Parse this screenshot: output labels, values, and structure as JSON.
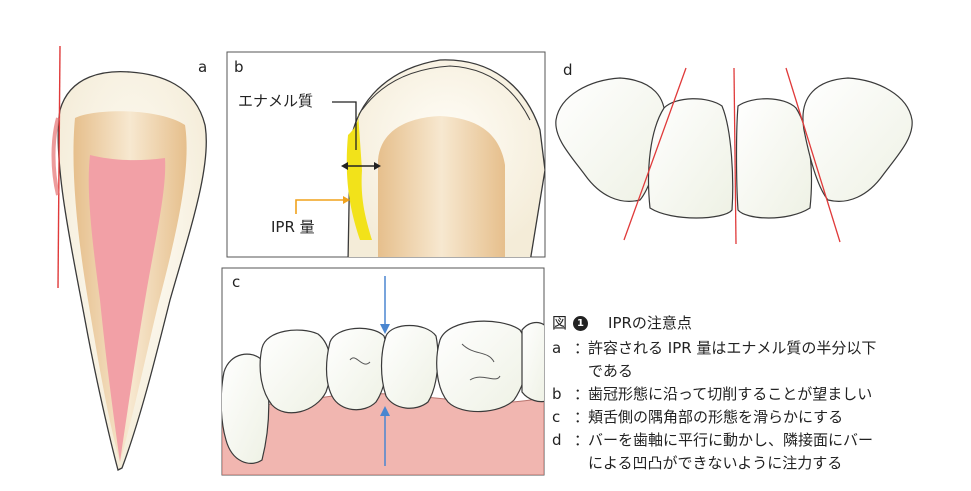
{
  "panels": {
    "a": "a",
    "b": "b",
    "c": "c",
    "d": "d"
  },
  "labels": {
    "enamel": "エナメル質",
    "ipr_amount": "IPR 量"
  },
  "caption": {
    "fig_prefix": "図",
    "fig_number": "1",
    "title": "IPRの注意点",
    "items": [
      {
        "key": "a",
        "text": "許容される IPR 量はエナメル質の半分以下",
        "cont": "である"
      },
      {
        "key": "b",
        "text": "歯冠形態に沿って切削することが望ましい"
      },
      {
        "key": "c",
        "text": "頬舌側の隅角部の形態を滑らかにする"
      },
      {
        "key": "d",
        "text": "バーを歯軸に平行に動かし、隣接面にバー",
        "cont": "による凹凸ができないように注力する"
      }
    ]
  },
  "colors": {
    "outline": "#3a3a3a",
    "enamel": "#fbf6ea",
    "dentin": "#e9c99a",
    "pulp": "#f2a0a6",
    "gum": "#f1b6b0",
    "red_line": "#e03a3a",
    "arrow_blue": "#4a86d0",
    "ipr_yellow": "#f2e21a",
    "orange": "#f0a21c"
  }
}
